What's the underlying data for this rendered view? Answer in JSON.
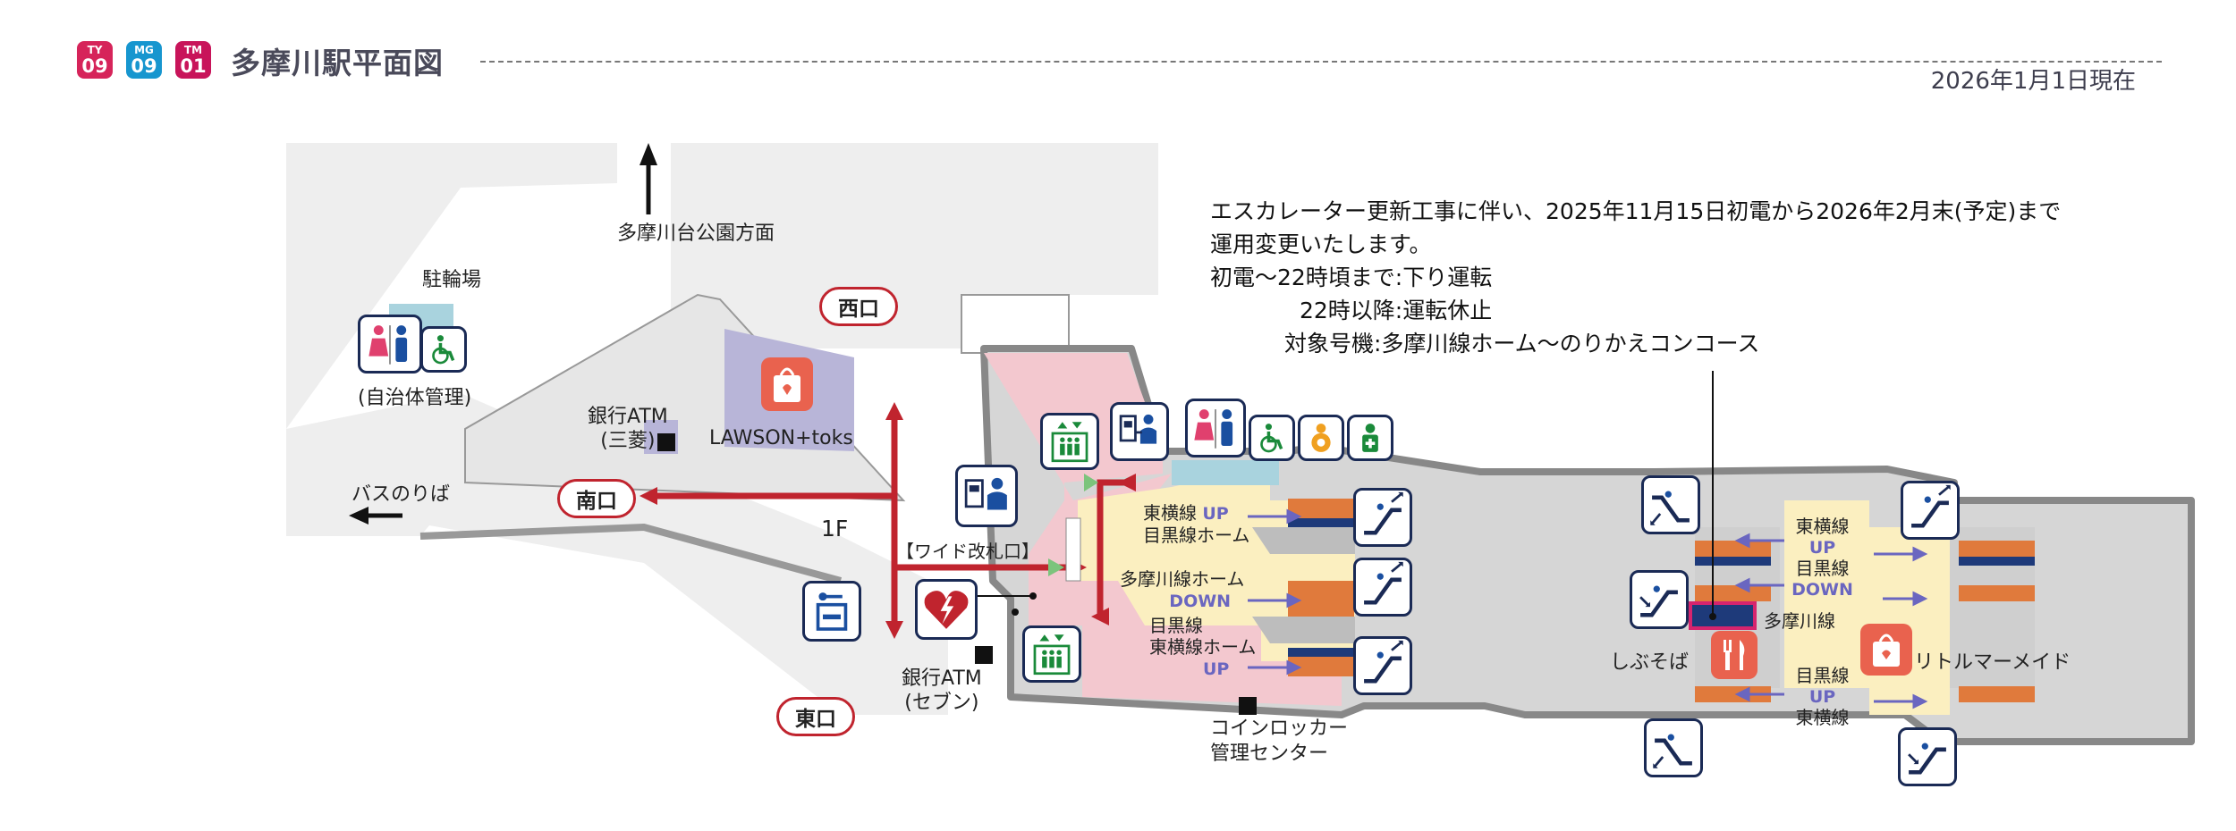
{
  "header": {
    "badges": [
      {
        "top": "TY",
        "num": "09",
        "color": "#d6245a"
      },
      {
        "top": "MG",
        "num": "09",
        "color": "#1796cf"
      },
      {
        "top": "TM",
        "num": "01",
        "color": "#c8145a"
      }
    ],
    "title": "多摩川駅平面図",
    "date": "2026年1月1日現在"
  },
  "map": {
    "direction_park": "多摩川台公園方面",
    "bicycle_parking": "駐輪場",
    "toilet_note": "(自治体管理)",
    "atm_mufg_1": "銀行ATM",
    "atm_mufg_2": "(三菱)",
    "lawson": "LAWSON+toks",
    "bus": "バスのりば",
    "exit_south": "南口",
    "exit_west": "西口",
    "exit_east": "東口",
    "floor": "1F",
    "wide_gate": "【ワイド改札口】",
    "atm_seven_1": "銀行ATM",
    "atm_seven_2": "(セブン)",
    "coin_locker_1": "コインロッカー",
    "coin_locker_2": "管理センター",
    "shibu_soba": "しぶそば",
    "little_mermaid": "リトルマーメイド"
  },
  "platforms_left": {
    "p1_line1": "東横線",
    "p1_up": "UP",
    "p1_line2": "目黒線ホーム",
    "p2_line": "多摩川線ホーム",
    "p2_down": "DOWN",
    "p3_line1": "目黒線",
    "p3_line2": "東横線ホーム",
    "p3_up": "UP"
  },
  "platforms_right": {
    "r1": "東横線",
    "r1_up": "UP",
    "r2": "目黒線",
    "r2_down": "DOWN",
    "r3": "多摩川線",
    "r4": "目黒線",
    "r4_up": "UP",
    "r5": "東横線"
  },
  "notice": {
    "line1": "エスカレーター更新工事に伴い、2025年11月15日初電から2026年2月末(予定)まで",
    "line2": "運用変更いたします。",
    "line3": "初電〜22時頃まで:下り運転",
    "line4": "　　　　22時以降:運転休止",
    "line5": "　　　 対象号機:多摩川線ホーム〜のりかえコンコース"
  },
  "icons": [
    "toilet-icon",
    "accessible-icon",
    "shopping-icon",
    "elevator-icon",
    "ticket-machine-icon",
    "baby-care-icon",
    "first-aid-room-icon",
    "aed-icon",
    "coin-locker-icon",
    "escalator-icon",
    "restaurant-icon"
  ],
  "colors": {
    "route_red": "#c0242e",
    "concourse_pink": "#f3c8cf",
    "platform_yellow": "#fbefc0",
    "icon_navy": "#1a2a55",
    "arrow_purple": "#6a66c0",
    "stair_orange": "#e07a3c"
  }
}
